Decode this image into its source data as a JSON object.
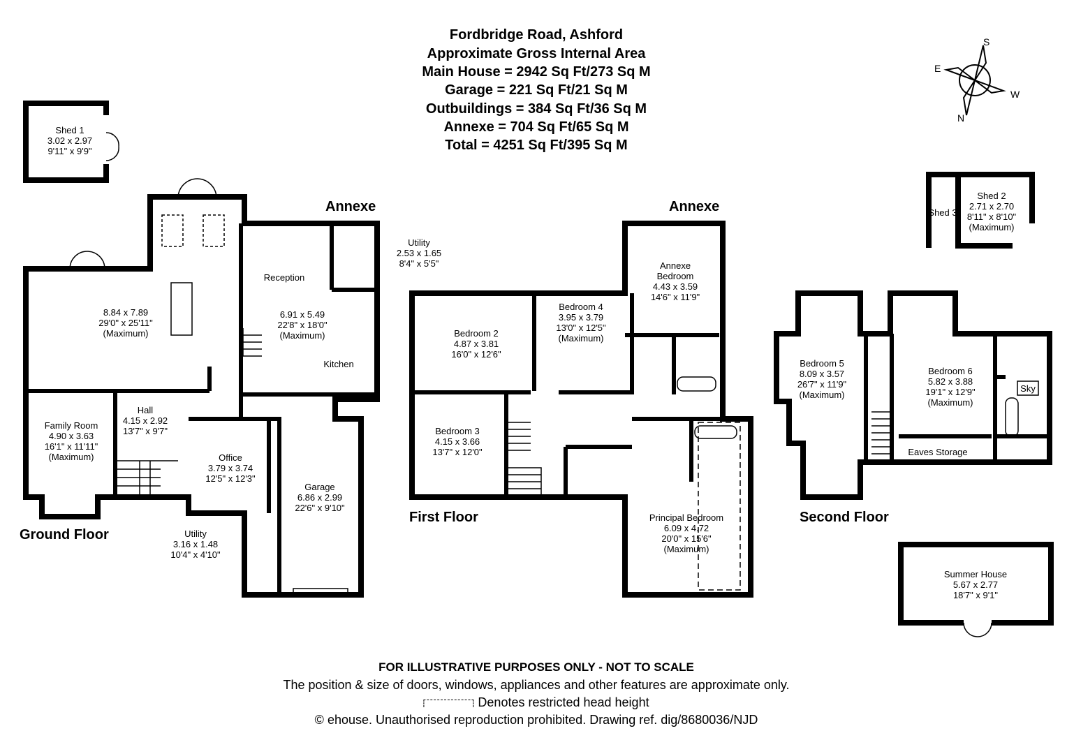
{
  "header": {
    "lines": [
      "Fordbridge Road, Ashford",
      "Approximate Gross Internal Area",
      "Main House = 2942 Sq Ft/273 Sq M",
      "Garage = 221 Sq Ft/21 Sq M",
      "Outbuildings = 384 Sq Ft/36 Sq M",
      "Annexe = 704 Sq Ft/65 Sq M",
      "Total = 4251 Sq Ft/395 Sq M"
    ]
  },
  "compass": {
    "n": "N",
    "s": "S",
    "e": "E",
    "w": "W"
  },
  "floors": {
    "ground": "Ground Floor",
    "first": "First Floor",
    "second": "Second Floor",
    "annexe_ground": "Annexe",
    "annexe_first": "Annexe"
  },
  "rooms": {
    "shed1": {
      "name": "Shed 1",
      "metric": "3.02 x 2.97",
      "imperial": "9'11\" x 9'9\""
    },
    "kitchen_dining": {
      "metric": "8.84 x 7.89",
      "imperial": "29'0\" x 25'11\"",
      "note": "(Maximum)"
    },
    "reception": {
      "name": "Reception",
      "metric": "6.91 x 5.49",
      "imperial": "22'8\" x 18'0\"",
      "note": "(Maximum)"
    },
    "kitchen": {
      "name": "Kitchen"
    },
    "utility_annexe": {
      "name": "Utility",
      "metric": "2.53 x 1.65",
      "imperial": "8'4\" x 5'5\""
    },
    "family_room": {
      "name": "Family Room",
      "metric": "4.90 x 3.63",
      "imperial": "16'1\" x 11'11\"",
      "note": "(Maximum)"
    },
    "hall": {
      "name": "Hall",
      "metric": "4.15 x 2.92",
      "imperial": "13'7\" x 9'7\""
    },
    "office": {
      "name": "Office",
      "metric": "3.79 x 3.74",
      "imperial": "12'5\" x 12'3\""
    },
    "garage": {
      "name": "Garage",
      "metric": "6.86 x 2.99",
      "imperial": "22'6\" x 9'10\""
    },
    "utility": {
      "name": "Utility",
      "metric": "3.16 x 1.48",
      "imperial": "10'4\" x 4'10\""
    },
    "bedroom2": {
      "name": "Bedroom 2",
      "metric": "4.87 x 3.81",
      "imperial": "16'0\" x 12'6\""
    },
    "bedroom4": {
      "name": "Bedroom 4",
      "metric": "3.95 x 3.79",
      "imperial": "13'0\" x 12'5\"",
      "note": "(Maximum)"
    },
    "annexe_bedroom": {
      "name1": "Annexe",
      "name2": "Bedroom",
      "metric": "4.43 x 3.59",
      "imperial": "14'6\" x 11'9\""
    },
    "bedroom3": {
      "name": "Bedroom 3",
      "metric": "4.15 x 3.66",
      "imperial": "13'7\" x 12'0\""
    },
    "principal": {
      "name": "Principal Bedroom",
      "metric": "6.09 x 4.72",
      "imperial": "20'0\" x 15'6\"",
      "note": "(Maximum)"
    },
    "bedroom5": {
      "name": "Bedroom 5",
      "metric": "8.09 x 3.57",
      "imperial": "26'7\" x 11'9\"",
      "note": "(Maximum)"
    },
    "bedroom6": {
      "name": "Bedroom 6",
      "metric": "5.82 x 3.88",
      "imperial": "19'1\" x 12'9\"",
      "note": "(Maximum)"
    },
    "eaves": {
      "name": "Eaves Storage"
    },
    "sky": {
      "name": "Sky"
    },
    "shed3": {
      "name": "Shed 3"
    },
    "shed2": {
      "name": "Shed 2",
      "metric": "2.71 x 2.70",
      "imperial": "8'11\" x 8'10\"",
      "note": "(Maximum)"
    },
    "summer_house": {
      "name": "Summer House",
      "metric": "5.67 x 2.77",
      "imperial": "18'7\" x 9'1\""
    }
  },
  "footer": {
    "disclaimer": "FOR ILLUSTRATIVE PURPOSES ONLY - NOT TO SCALE",
    "note": "The position & size of doors, windows, appliances and other features are approximate only.",
    "legend": "Denotes restricted head height",
    "copyright": "© ehouse. Unauthorised reproduction prohibited. Drawing ref. dig/8680036/NJD"
  }
}
